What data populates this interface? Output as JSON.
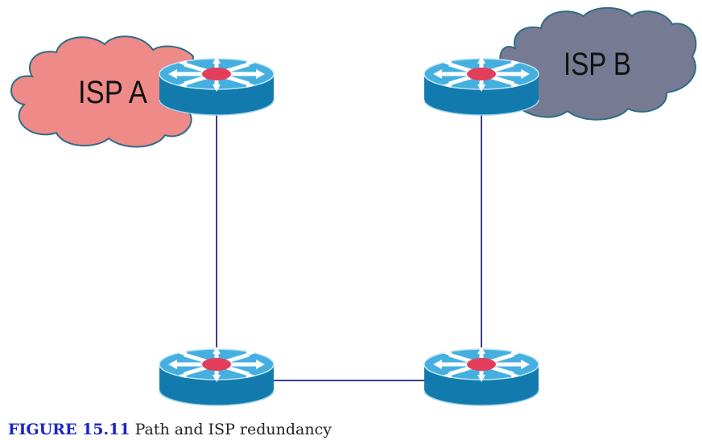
{
  "clouds": [
    {
      "id": "isp-a",
      "label": "ISP A",
      "fill": "#ee8a88",
      "stroke": "#2f6d86"
    },
    {
      "id": "isp-b",
      "label": "ISP B",
      "fill": "#767a92",
      "stroke": "#2f6d86"
    }
  ],
  "routers": [
    {
      "id": "router-isp-a",
      "connects_to": "ISP A"
    },
    {
      "id": "router-isp-b",
      "connects_to": "ISP B"
    },
    {
      "id": "router-bottom-left"
    },
    {
      "id": "router-bottom-right"
    }
  ],
  "links": [
    {
      "from": "router-isp-a",
      "to": "router-bottom-left"
    },
    {
      "from": "router-isp-b",
      "to": "router-bottom-right"
    },
    {
      "from": "router-bottom-left",
      "to": "router-bottom-right"
    }
  ],
  "colors": {
    "router_top": "#45b0e0",
    "router_side": "#137aad",
    "router_center": "#e43d5c",
    "link": "#3d3d8c",
    "caption_label": "#1a27c8"
  },
  "caption": {
    "figure_label": "FIGURE 15.11",
    "text": "Path and ISP redundancy"
  }
}
